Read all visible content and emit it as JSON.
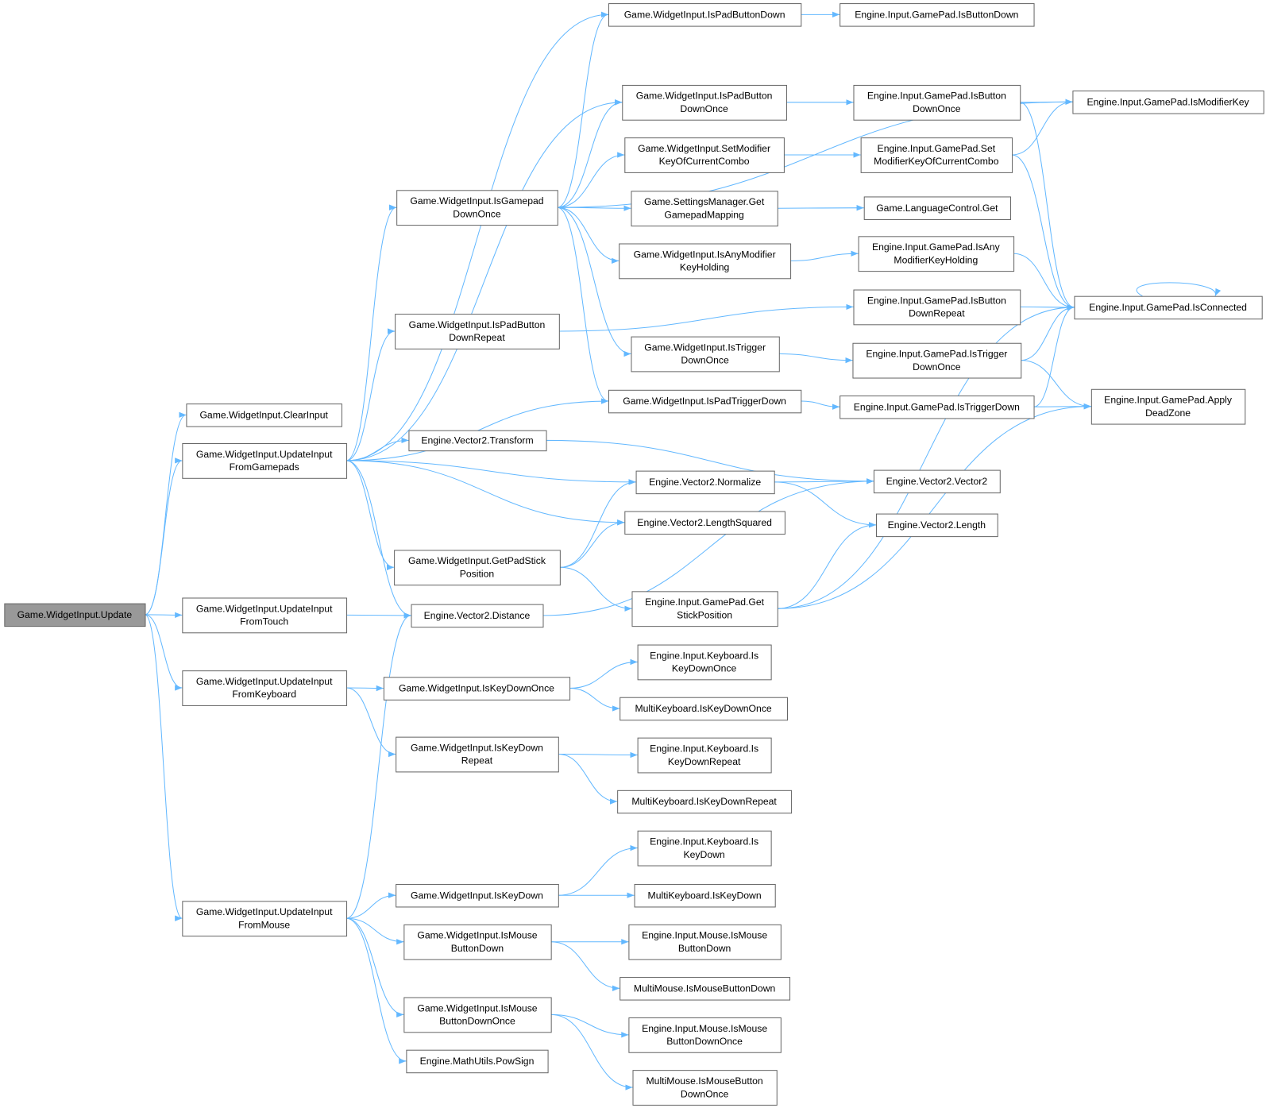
{
  "colors": {
    "edge": "#63b8ff",
    "node_border": "#666666",
    "root_fill": "#999999"
  },
  "nodes": [
    {
      "id": "update",
      "lines": [
        "Game.WidgetInput.Update"
      ],
      "root": true
    },
    {
      "id": "clearinput",
      "lines": [
        "Game.WidgetInput.ClearInput"
      ]
    },
    {
      "id": "fromgamepads",
      "lines": [
        "Game.WidgetInput.UpdateInput",
        "FromGamepads"
      ]
    },
    {
      "id": "fromtouch",
      "lines": [
        "Game.WidgetInput.UpdateInput",
        "FromTouch"
      ]
    },
    {
      "id": "fromkeyboard",
      "lines": [
        "Game.WidgetInput.UpdateInput",
        "FromKeyboard"
      ]
    },
    {
      "id": "frommouse",
      "lines": [
        "Game.WidgetInput.UpdateInput",
        "FromMouse"
      ]
    },
    {
      "id": "isgamepaddownonce",
      "lines": [
        "Game.WidgetInput.IsGamepad",
        "DownOnce"
      ]
    },
    {
      "id": "ispadbuttondownrepeat",
      "lines": [
        "Game.WidgetInput.IsPadButton",
        "DownRepeat"
      ]
    },
    {
      "id": "v2transform",
      "lines": [
        "Engine.Vector2.Transform"
      ]
    },
    {
      "id": "getpadstickposition",
      "lines": [
        "Game.WidgetInput.GetPadStick",
        "Position"
      ]
    },
    {
      "id": "v2distance",
      "lines": [
        "Engine.Vector2.Distance"
      ]
    },
    {
      "id": "iskeydownonce",
      "lines": [
        "Game.WidgetInput.IsKeyDownOnce"
      ]
    },
    {
      "id": "iskeydownrepeat",
      "lines": [
        "Game.WidgetInput.IsKeyDown",
        "Repeat"
      ]
    },
    {
      "id": "iskeydown",
      "lines": [
        "Game.WidgetInput.IsKeyDown"
      ]
    },
    {
      "id": "ismousebuttondown",
      "lines": [
        "Game.WidgetInput.IsMouse",
        "ButtonDown"
      ]
    },
    {
      "id": "ismousebuttondownonce",
      "lines": [
        "Game.WidgetInput.IsMouse",
        "ButtonDownOnce"
      ]
    },
    {
      "id": "powsign",
      "lines": [
        "Engine.MathUtils.PowSign"
      ]
    },
    {
      "id": "ispadbuttondown",
      "lines": [
        "Game.WidgetInput.IsPadButtonDown"
      ]
    },
    {
      "id": "ispadbuttondownonce",
      "lines": [
        "Game.WidgetInput.IsPadButton",
        "DownOnce"
      ]
    },
    {
      "id": "setmodifier",
      "lines": [
        "Game.WidgetInput.SetModifier",
        "KeyOfCurrentCombo"
      ]
    },
    {
      "id": "getgamepadmapping",
      "lines": [
        "Game.SettingsManager.Get",
        "GamepadMapping"
      ]
    },
    {
      "id": "isanymodifier",
      "lines": [
        "Game.WidgetInput.IsAnyModifier",
        "KeyHolding"
      ]
    },
    {
      "id": "istriggerdownonce",
      "lines": [
        "Game.WidgetInput.IsTrigger",
        "DownOnce"
      ]
    },
    {
      "id": "ispadtriggerdown",
      "lines": [
        "Game.WidgetInput.IsPadTriggerDown"
      ]
    },
    {
      "id": "v2normalize",
      "lines": [
        "Engine.Vector2.Normalize"
      ]
    },
    {
      "id": "v2lengthsquared",
      "lines": [
        "Engine.Vector2.LengthSquared"
      ]
    },
    {
      "id": "gp_getstickposition",
      "lines": [
        "Engine.Input.GamePad.Get",
        "StickPosition"
      ]
    },
    {
      "id": "kb_iskeydownonce",
      "lines": [
        "Engine.Input.Keyboard.Is",
        "KeyDownOnce"
      ]
    },
    {
      "id": "mkb_iskeydownonce",
      "lines": [
        "MultiKeyboard.IsKeyDownOnce"
      ]
    },
    {
      "id": "kb_iskeydownrepeat",
      "lines": [
        "Engine.Input.Keyboard.Is",
        "KeyDownRepeat"
      ]
    },
    {
      "id": "mkb_iskeydownrepeat",
      "lines": [
        "MultiKeyboard.IsKeyDownRepeat"
      ]
    },
    {
      "id": "kb_iskeydown",
      "lines": [
        "Engine.Input.Keyboard.Is",
        "KeyDown"
      ]
    },
    {
      "id": "mkb_iskeydown",
      "lines": [
        "MultiKeyboard.IsKeyDown"
      ]
    },
    {
      "id": "m_ismousebuttondown",
      "lines": [
        "Engine.Input.Mouse.IsMouse",
        "ButtonDown"
      ]
    },
    {
      "id": "mm_ismousebuttondown",
      "lines": [
        "MultiMouse.IsMouseButtonDown"
      ]
    },
    {
      "id": "m_ismousebuttondownonce",
      "lines": [
        "Engine.Input.Mouse.IsMouse",
        "ButtonDownOnce"
      ]
    },
    {
      "id": "mm_ismousebuttondownonce",
      "lines": [
        "MultiMouse.IsMouseButton",
        "DownOnce"
      ]
    },
    {
      "id": "gp_isbuttondown",
      "lines": [
        "Engine.Input.GamePad.IsButtonDown"
      ]
    },
    {
      "id": "gp_isbuttondownonce",
      "lines": [
        "Engine.Input.GamePad.IsButton",
        "DownOnce"
      ]
    },
    {
      "id": "gp_setmodifier",
      "lines": [
        "Engine.Input.GamePad.Set",
        "ModifierKeyOfCurrentCombo"
      ]
    },
    {
      "id": "languagecontrol_get",
      "lines": [
        "Game.LanguageControl.Get"
      ]
    },
    {
      "id": "gp_isanymodifier",
      "lines": [
        "Engine.Input.GamePad.IsAny",
        "ModifierKeyHolding"
      ]
    },
    {
      "id": "gp_isbuttondownrepeat",
      "lines": [
        "Engine.Input.GamePad.IsButton",
        "DownRepeat"
      ]
    },
    {
      "id": "gp_istriggerdownonce",
      "lines": [
        "Engine.Input.GamePad.IsTrigger",
        "DownOnce"
      ]
    },
    {
      "id": "gp_istriggerdown",
      "lines": [
        "Engine.Input.GamePad.IsTriggerDown"
      ]
    },
    {
      "id": "v2vector2",
      "lines": [
        "Engine.Vector2.Vector2"
      ]
    },
    {
      "id": "v2length",
      "lines": [
        "Engine.Vector2.Length"
      ]
    },
    {
      "id": "gp_ismodifierkey",
      "lines": [
        "Engine.Input.GamePad.IsModifierKey"
      ]
    },
    {
      "id": "gp_isconnected",
      "lines": [
        "Engine.Input.GamePad.IsConnected"
      ]
    },
    {
      "id": "gp_applydeadzone",
      "lines": [
        "Engine.Input.GamePad.Apply",
        "DeadZone"
      ]
    }
  ],
  "edges": [
    [
      "update",
      "clearinput"
    ],
    [
      "update",
      "fromgamepads"
    ],
    [
      "update",
      "fromtouch"
    ],
    [
      "update",
      "fromkeyboard"
    ],
    [
      "update",
      "frommouse"
    ],
    [
      "fromgamepads",
      "ispadbuttondown"
    ],
    [
      "fromgamepads",
      "ispadbuttondownonce"
    ],
    [
      "fromgamepads",
      "isgamepaddownonce"
    ],
    [
      "fromgamepads",
      "ispadbuttondownrepeat"
    ],
    [
      "fromgamepads",
      "ispadtriggerdown"
    ],
    [
      "fromgamepads",
      "v2transform"
    ],
    [
      "fromgamepads",
      "v2normalize"
    ],
    [
      "fromgamepads",
      "v2lengthsquared"
    ],
    [
      "fromgamepads",
      "getpadstickposition"
    ],
    [
      "fromgamepads",
      "v2distance"
    ],
    [
      "fromtouch",
      "v2distance"
    ],
    [
      "fromkeyboard",
      "iskeydownonce"
    ],
    [
      "fromkeyboard",
      "iskeydownrepeat"
    ],
    [
      "frommouse",
      "v2distance"
    ],
    [
      "frommouse",
      "iskeydown"
    ],
    [
      "frommouse",
      "ismousebuttondown"
    ],
    [
      "frommouse",
      "ismousebuttondownonce"
    ],
    [
      "frommouse",
      "powsign"
    ],
    [
      "isgamepaddownonce",
      "ispadbuttondown"
    ],
    [
      "isgamepaddownonce",
      "gp_ismodifierkey"
    ],
    [
      "isgamepaddownonce",
      "ispadbuttondownonce"
    ],
    [
      "isgamepaddownonce",
      "setmodifier"
    ],
    [
      "isgamepaddownonce",
      "getgamepadmapping"
    ],
    [
      "isgamepaddownonce",
      "isanymodifier"
    ],
    [
      "isgamepaddownonce",
      "istriggerdownonce"
    ],
    [
      "isgamepaddownonce",
      "ispadtriggerdown"
    ],
    [
      "ispadbuttondownrepeat",
      "gp_isbuttondownrepeat"
    ],
    [
      "v2transform",
      "v2vector2"
    ],
    [
      "getpadstickposition",
      "v2normalize"
    ],
    [
      "getpadstickposition",
      "v2lengthsquared"
    ],
    [
      "getpadstickposition",
      "gp_getstickposition"
    ],
    [
      "v2distance",
      "v2vector2"
    ],
    [
      "iskeydownonce",
      "kb_iskeydownonce"
    ],
    [
      "iskeydownonce",
      "mkb_iskeydownonce"
    ],
    [
      "iskeydownrepeat",
      "kb_iskeydownrepeat"
    ],
    [
      "iskeydownrepeat",
      "mkb_iskeydownrepeat"
    ],
    [
      "iskeydown",
      "kb_iskeydown"
    ],
    [
      "iskeydown",
      "mkb_iskeydown"
    ],
    [
      "ismousebuttondown",
      "m_ismousebuttondown"
    ],
    [
      "ismousebuttondown",
      "mm_ismousebuttondown"
    ],
    [
      "ismousebuttondownonce",
      "m_ismousebuttondownonce"
    ],
    [
      "ismousebuttondownonce",
      "mm_ismousebuttondownonce"
    ],
    [
      "ispadbuttondown",
      "gp_isbuttondown"
    ],
    [
      "ispadbuttondownonce",
      "gp_isbuttondownonce"
    ],
    [
      "setmodifier",
      "gp_setmodifier"
    ],
    [
      "getgamepadmapping",
      "languagecontrol_get"
    ],
    [
      "isanymodifier",
      "gp_isanymodifier"
    ],
    [
      "istriggerdownonce",
      "gp_istriggerdownonce"
    ],
    [
      "ispadtriggerdown",
      "gp_istriggerdown"
    ],
    [
      "v2normalize",
      "v2vector2"
    ],
    [
      "v2normalize",
      "v2length"
    ],
    [
      "gp_getstickposition",
      "v2length"
    ],
    [
      "gp_getstickposition",
      "gp_isconnected"
    ],
    [
      "gp_getstickposition",
      "gp_applydeadzone"
    ],
    [
      "gp_isbuttondownonce",
      "gp_ismodifierkey"
    ],
    [
      "gp_isbuttondownonce",
      "gp_isconnected"
    ],
    [
      "gp_setmodifier",
      "gp_ismodifierkey"
    ],
    [
      "gp_setmodifier",
      "gp_isconnected"
    ],
    [
      "gp_isanymodifier",
      "gp_isconnected"
    ],
    [
      "gp_isbuttondownrepeat",
      "gp_isconnected"
    ],
    [
      "gp_istriggerdownonce",
      "gp_isconnected"
    ],
    [
      "gp_istriggerdownonce",
      "gp_applydeadzone"
    ],
    [
      "gp_istriggerdown",
      "gp_isconnected"
    ],
    [
      "gp_istriggerdown",
      "gp_applydeadzone"
    ],
    [
      "gp_isconnected",
      "gp_isconnected"
    ]
  ]
}
